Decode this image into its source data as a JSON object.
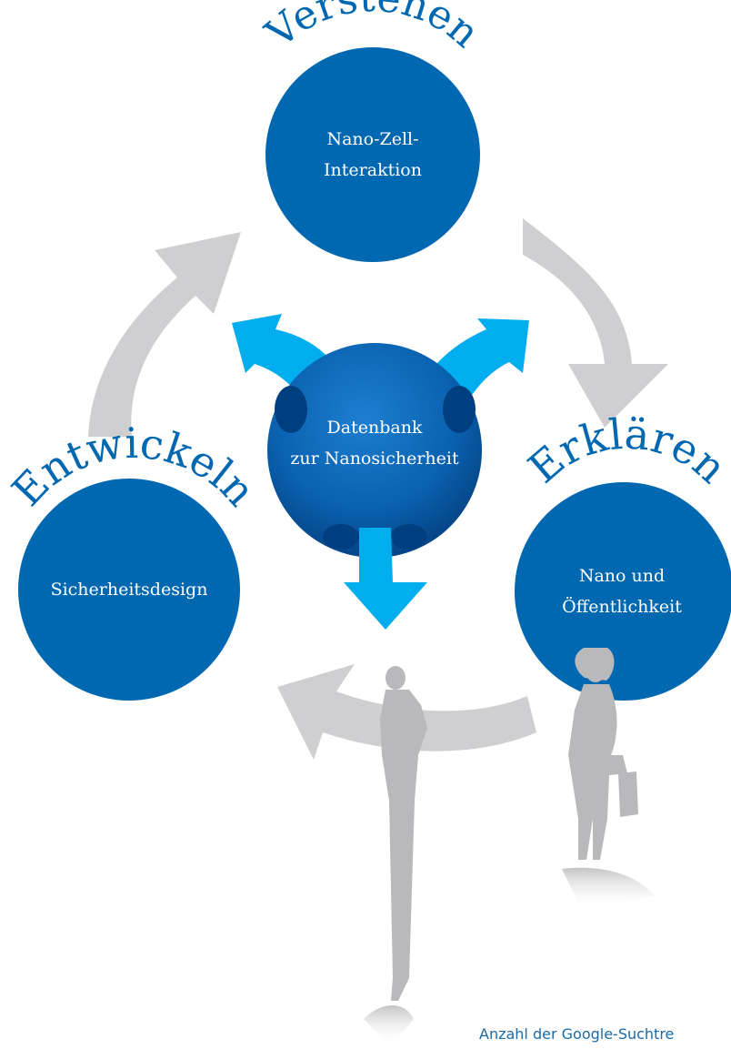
{
  "colors": {
    "circle": "#0067b1",
    "arrow_gray": "#cfcfd1",
    "arrow_cyan": "#00adef",
    "silhouette": "#b9b9bc",
    "footnote": "#1a6aa8"
  },
  "nodes": {
    "top": {
      "heading": "Verstehen",
      "text": "Nano-Zell-\nInteraktion"
    },
    "left": {
      "heading": "Entwickeln",
      "text": "Sicherheitsdesign"
    },
    "right": {
      "heading": "Erklären",
      "text": "Nano und\nÖffentlichkeit"
    },
    "center": {
      "text": "Datenbank\nzur Nanosicherheit"
    }
  },
  "footnote": "Anzahl der Google-Suchtre",
  "icons": [
    "cycle-arrow",
    "database-sphere",
    "woman-silhouette",
    "child-silhouette"
  ]
}
